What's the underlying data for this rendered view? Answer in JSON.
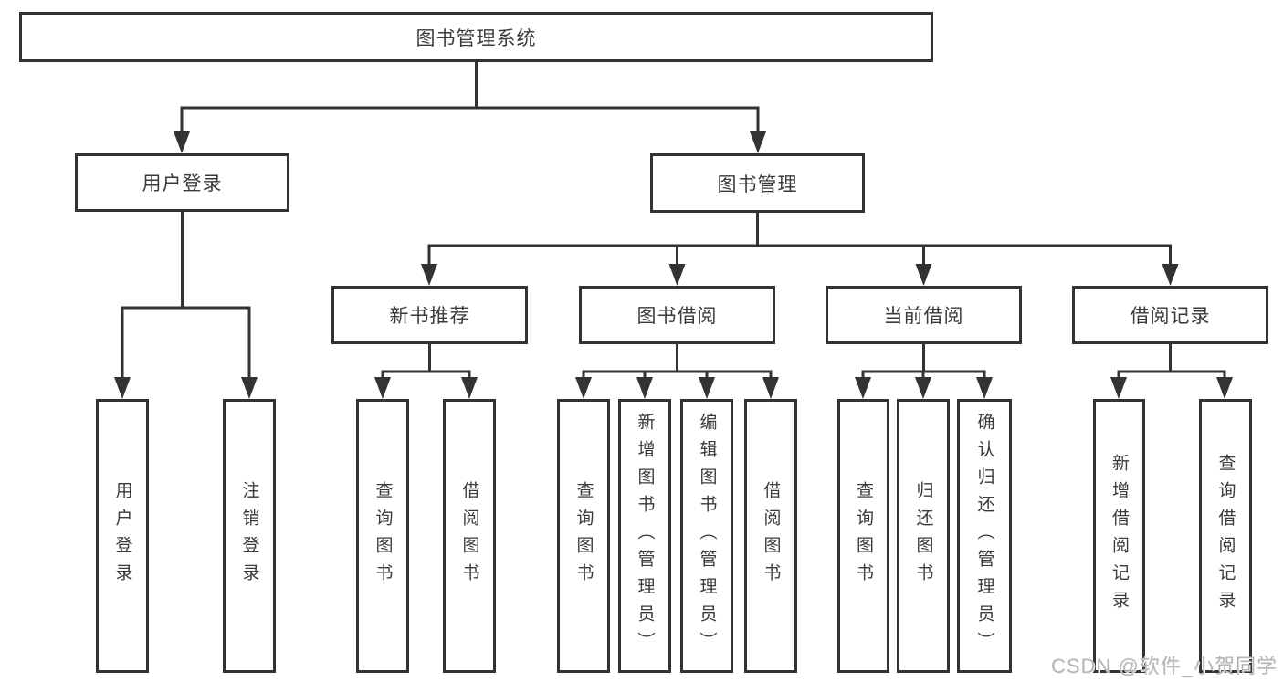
{
  "tree": {
    "root": {
      "label": "图书管理系统"
    },
    "branches": [
      {
        "label": "用户登录",
        "children": [
          {
            "label": "用户登录"
          },
          {
            "label": "注销登录"
          }
        ]
      },
      {
        "label": "图书管理",
        "children": [
          {
            "label": "新书推荐",
            "children": [
              {
                "label": "查询图书"
              },
              {
                "label": "借阅图书"
              }
            ]
          },
          {
            "label": "图书借阅",
            "children": [
              {
                "label": "查询图书"
              },
              {
                "label": "新增图书（管理员）"
              },
              {
                "label": "编辑图书（管理员）"
              },
              {
                "label": "借阅图书"
              }
            ]
          },
          {
            "label": "当前借阅",
            "children": [
              {
                "label": "查询图书"
              },
              {
                "label": "归还图书"
              },
              {
                "label": "确认归还（管理员）"
              }
            ]
          },
          {
            "label": "借阅记录",
            "children": [
              {
                "label": "新增借阅记录"
              },
              {
                "label": "查询借阅记录"
              }
            ]
          }
        ]
      }
    ]
  },
  "watermark": {
    "text": "CSDN @软件_小贺同学",
    "color": "#b5b5b5"
  },
  "colors": {
    "line": "#333333",
    "border": "#333333",
    "text": "#3a3a3a",
    "box_background": "#ffffff",
    "page_background": "#ffffff"
  }
}
